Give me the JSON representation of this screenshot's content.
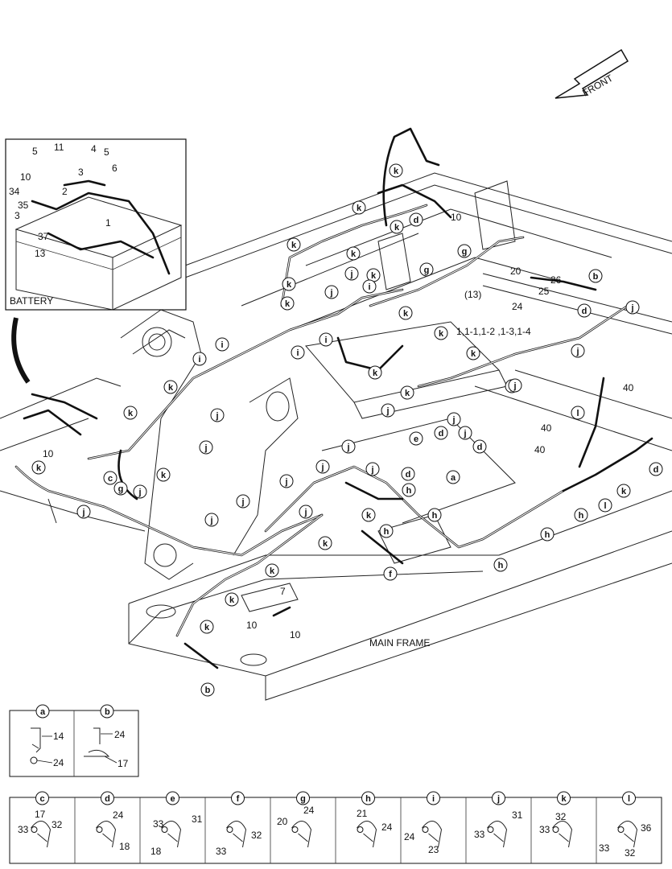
{
  "front_label": "FRONT",
  "battery_label": "BATTERY",
  "main_frame_label": "MAIN FRAME",
  "harness_label": "1,1-1,1-2 ,1-3,1-4",
  "paren_label": "(13)",
  "numbers": {
    "n40": "40",
    "n10": "10",
    "n20": "20",
    "n24": "24",
    "n25": "25",
    "n26": "26",
    "n7": "7",
    "n5": "5",
    "n4": "4",
    "n11": "11",
    "n6": "6",
    "n3": "3",
    "n2": "2",
    "n34": "34",
    "n35": "35",
    "n37": "37",
    "n13": "13",
    "n1": "1"
  },
  "letters": {
    "a": "a",
    "b": "b",
    "c": "c",
    "d": "d",
    "e": "e",
    "f": "f",
    "g": "g",
    "h": "h",
    "i": "i",
    "j": "j",
    "k": "k",
    "l": "l"
  },
  "detail_top": [
    {
      "letter": "a",
      "parts": [
        "14",
        "24"
      ]
    },
    {
      "letter": "b",
      "parts": [
        "24",
        "17"
      ]
    }
  ],
  "detail_bottom": [
    {
      "letter": "c",
      "parts": [
        "33",
        "17",
        "32"
      ]
    },
    {
      "letter": "d",
      "parts": [
        "24",
        "18"
      ]
    },
    {
      "letter": "e",
      "parts": [
        "33",
        "31",
        "18"
      ]
    },
    {
      "letter": "f",
      "parts": [
        "33",
        "32"
      ]
    },
    {
      "letter": "g",
      "parts": [
        "20",
        "24"
      ]
    },
    {
      "letter": "h",
      "parts": [
        "21",
        "24"
      ]
    },
    {
      "letter": "i",
      "parts": [
        "24",
        "23"
      ]
    },
    {
      "letter": "j",
      "parts": [
        "33",
        "31"
      ]
    },
    {
      "letter": "k",
      "parts": [
        "33",
        "32"
      ]
    },
    {
      "letter": "l",
      "parts": [
        "33",
        "36",
        "32"
      ]
    }
  ]
}
